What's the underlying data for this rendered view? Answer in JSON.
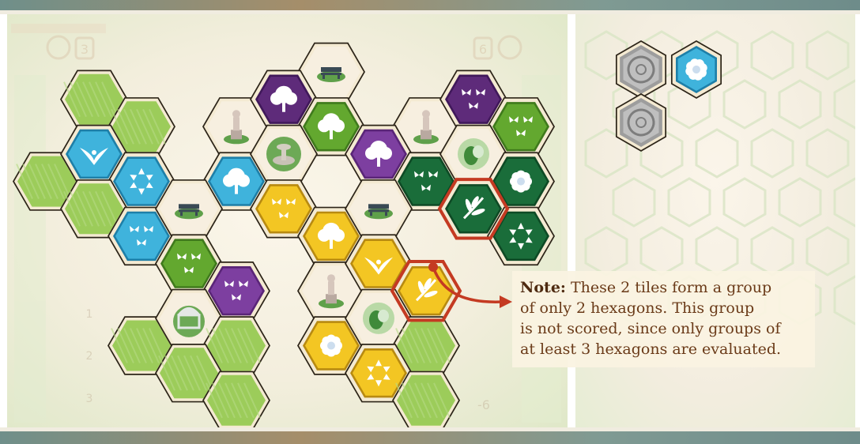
{
  "note": {
    "label": "Note:",
    "lines": [
      "These 2 tiles form a group",
      "of only 2 hexagons. This group",
      "is not scored, since only groups of",
      "at least 3 hexagons are evaluated."
    ]
  },
  "faded_board_labels": [
    "3",
    "6",
    "1",
    "2",
    "3",
    "-6"
  ],
  "colors": {
    "grass": "#9ccc5a",
    "blue": "#3fb3dc",
    "purple": "#5e2b7a",
    "light_purple": "#7d3fa0",
    "light_green": "#63a82f",
    "dark_green": "#1a6d3a",
    "yellow": "#f3c623",
    "highlight": "#c43a22",
    "note_text": "#6a3a18"
  },
  "board": {
    "tiles": [
      {
        "c": 6,
        "r": 0,
        "t": "bench"
      },
      {
        "c": 1,
        "r": 1,
        "t": "grass"
      },
      {
        "c": 2,
        "r": 1,
        "t": "grass"
      },
      {
        "c": 4,
        "r": 1,
        "t": "statue"
      },
      {
        "c": 5,
        "r": 1,
        "t": "purple",
        "i": "tree"
      },
      {
        "c": 6,
        "r": 1,
        "t": "light_green",
        "i": "tree"
      },
      {
        "c": 8,
        "r": 1,
        "t": "statue"
      },
      {
        "c": 9,
        "r": 1,
        "t": "purple",
        "i": "butterflies"
      },
      {
        "c": 10,
        "r": 1,
        "t": "light_green",
        "i": "butterflies"
      },
      {
        "c": 0,
        "r": 2,
        "t": "grass"
      },
      {
        "c": 1,
        "r": 2,
        "t": "blue",
        "i": "bird"
      },
      {
        "c": 2,
        "r": 2,
        "t": "blue",
        "i": "flowers"
      },
      {
        "c": 4,
        "r": 2,
        "t": "blue",
        "i": "tree"
      },
      {
        "c": 5,
        "r": 2,
        "t": "fountain"
      },
      {
        "c": 7,
        "r": 2,
        "t": "light_purple",
        "i": "tree"
      },
      {
        "c": 8,
        "r": 2,
        "t": "dark_green",
        "i": "butterflies"
      },
      {
        "c": 9,
        "r": 2,
        "t": "hedge_light"
      },
      {
        "c": 10,
        "r": 2,
        "t": "dark_green",
        "i": "flower"
      },
      {
        "c": 1,
        "r": 3,
        "t": "grass"
      },
      {
        "c": 2,
        "r": 3,
        "t": "blue",
        "i": "butterflies"
      },
      {
        "c": 3,
        "r": 3,
        "t": "bench"
      },
      {
        "c": 5,
        "r": 3,
        "t": "yellow",
        "i": "butterflies"
      },
      {
        "c": 6,
        "r": 3,
        "t": "yellow",
        "i": "tree"
      },
      {
        "c": 7,
        "r": 3,
        "t": "bench"
      },
      {
        "c": 9,
        "r": 3,
        "t": "dark_green",
        "i": "leaves",
        "hl": true
      },
      {
        "c": 10,
        "r": 3,
        "t": "dark_green",
        "i": "flowers"
      },
      {
        "c": 3,
        "r": 4,
        "t": "light_green",
        "i": "butterflies"
      },
      {
        "c": 4,
        "r": 4,
        "t": "light_purple",
        "i": "butterflies"
      },
      {
        "c": 6,
        "r": 4,
        "t": "statue"
      },
      {
        "c": 7,
        "r": 4,
        "t": "yellow",
        "i": "bird"
      },
      {
        "c": 8,
        "r": 4,
        "t": "yellow",
        "i": "leaves",
        "hl": true
      },
      {
        "c": 2,
        "r": 5,
        "t": "grass"
      },
      {
        "c": 3,
        "r": 5,
        "t": "gazebo"
      },
      {
        "c": 4,
        "r": 5,
        "t": "grass"
      },
      {
        "c": 6,
        "r": 5,
        "t": "yellow",
        "i": "flower"
      },
      {
        "c": 7,
        "r": 5,
        "t": "hedge_light"
      },
      {
        "c": 8,
        "r": 5,
        "t": "grass"
      },
      {
        "c": 3,
        "r": 6,
        "t": "grass"
      },
      {
        "c": 4,
        "r": 6,
        "t": "grass"
      },
      {
        "c": 7,
        "r": 6,
        "t": "yellow",
        "i": "flowers"
      },
      {
        "c": 8,
        "r": 6,
        "t": "grass"
      }
    ]
  },
  "side_board": {
    "tiles": [
      {
        "c": 0,
        "r": 0,
        "t": "stone"
      },
      {
        "c": 1,
        "r": 0,
        "t": "blue",
        "i": "flower"
      },
      {
        "c": 0,
        "r": 1,
        "t": "stone"
      }
    ]
  }
}
